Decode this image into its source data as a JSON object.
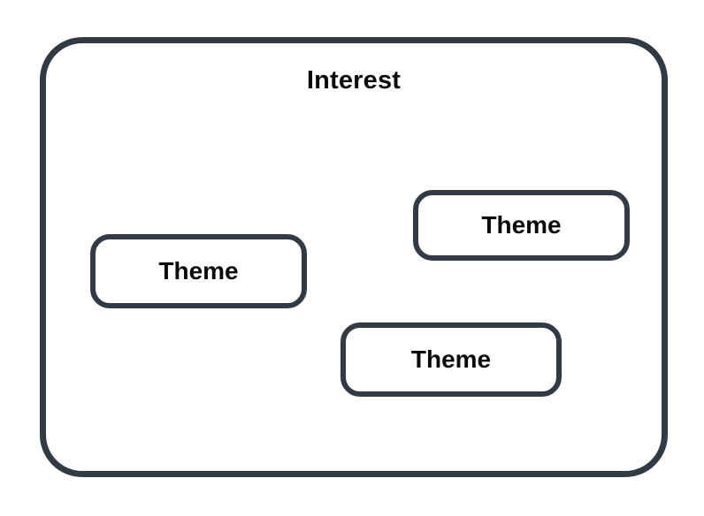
{
  "diagram": {
    "container_label": "Interest",
    "nodes": [
      {
        "label": "Theme",
        "position": "left-middle"
      },
      {
        "label": "Theme",
        "position": "right-upper"
      },
      {
        "label": "Theme",
        "position": "center-lower"
      }
    ]
  },
  "colors": {
    "border": "#323a46",
    "background": "#ffffff",
    "text": "#0a0a0a"
  }
}
